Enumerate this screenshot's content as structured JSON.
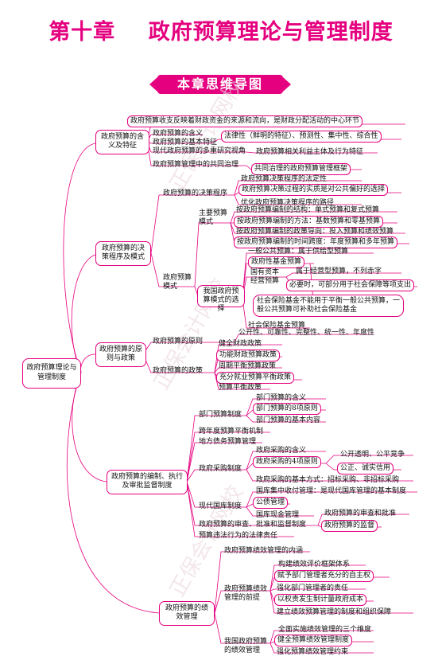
{
  "title": "第十章    政府预算理论与管理制度",
  "banner": "本章思维导图",
  "watermark": "正保会计网校",
  "colors": {
    "accent": "#e5007f"
  },
  "root": "政府预算理论与管理制度",
  "b1": {
    "label": "政府预算的含义及特征",
    "top": "政府预算收支反映着财政资金的来源和流向，是财政分配活动的中心环节",
    "items": [
      "政府预算的含义",
      "政府预算的基本特征",
      "现代政府预算的多重研究视角",
      "政府预算管理中的共同治理"
    ],
    "features": "法律性（鲜明的特征）、预测性、集中性、综合性",
    "view": "政府预算相关利益主体及行为特征",
    "govern": "共同治理的政府预算管理框架"
  },
  "b2": {
    "label": "政府预算的决策程序及模式",
    "procedure": "政府预算的决策程序",
    "proc_items": [
      "政府预算决策程序的法定性",
      "政府预算决策过程的实质是对公共偏好的选择",
      "优化政府预算决策程序的路径"
    ],
    "mode": "政府预算模式",
    "main_mode": "主要预算模式",
    "main_items": [
      "按政府预算编制的结构：单式预算和复式预算",
      "按政府预算编制的方法：基数预算和零基预算",
      "按政府预算编制的政策导向：投入预算和绩效预算",
      "按政府预算编制的时间跨度：年度预算和多年预算"
    ],
    "cn_mode": "我国政府预算模式的选择",
    "cn_items": [
      "一般公共预算：属于供给型预算",
      "政府性基金预算",
      "国有资本经营预算",
      "社会保险基金预算"
    ],
    "soe_items": [
      "属于经营型预算，不列赤字",
      "必要时，可部分用于社会保障等项支出"
    ],
    "ss_note": "社会保险基金不能用于平衡一般公共预算，一般公共预算可补助社会保险基金"
  },
  "b3": {
    "label": "政府预算的原则与政策",
    "principle": "政府预算的原则",
    "principle_text": "公开性、可靠性、完整性、统一性、年度性",
    "policy": "政府预算的政策",
    "policy_items": [
      "健全财政政策",
      "功能财政预算政策",
      "周期平衡预算政策",
      "充分就业预算平衡政策",
      "预算平衡政策"
    ]
  },
  "b4": {
    "label": "政府预算的编制、执行及审批监督制度",
    "dept": "部门预算制度",
    "dept_items": [
      "部门预算的含义",
      "部门预算的8项原则",
      "部门预算的基本内容"
    ],
    "cross": "跨年度预算平衡机制",
    "local": "地方债务预算管理",
    "proc": "政府采购制度",
    "proc_items": [
      "政府采购的含义",
      "政府采购的4项原则",
      "政府采购的基本方式：招标采购、非招标采购"
    ],
    "proc_principles": [
      "公开透明、公平竞争",
      "公正、诚实信用"
    ],
    "treasury": "现代国库制度",
    "treasury_items": [
      "国库集中收付管理：是现代国库管理的基本制度",
      "公债管理",
      "国库现金管理"
    ],
    "review": "政府预算的审查、批准和监督制度",
    "review_items": [
      "政府预算的审查和批准",
      "政府预算的监督"
    ],
    "legal": "预算违法行为的法律责任"
  },
  "b5": {
    "label": "政府预算的绩效管理",
    "content": "政府预算绩效管理的内涵",
    "premise": "政府预算绩效管理的前提",
    "premise_items": [
      "构建绩效评价框架体系",
      "赋予部门管理者充分的自主权",
      "强化部门管理者的责任",
      "以权责发生制计量政府成本",
      "建立绩效预算管理的制度和组织保障"
    ],
    "cn": "我国政府预算的绩效管理",
    "cn_items": [
      "全面实施绩效管理的三个维度",
      "健全预算绩效管理制度",
      "强化预算绩效管理约束"
    ]
  }
}
